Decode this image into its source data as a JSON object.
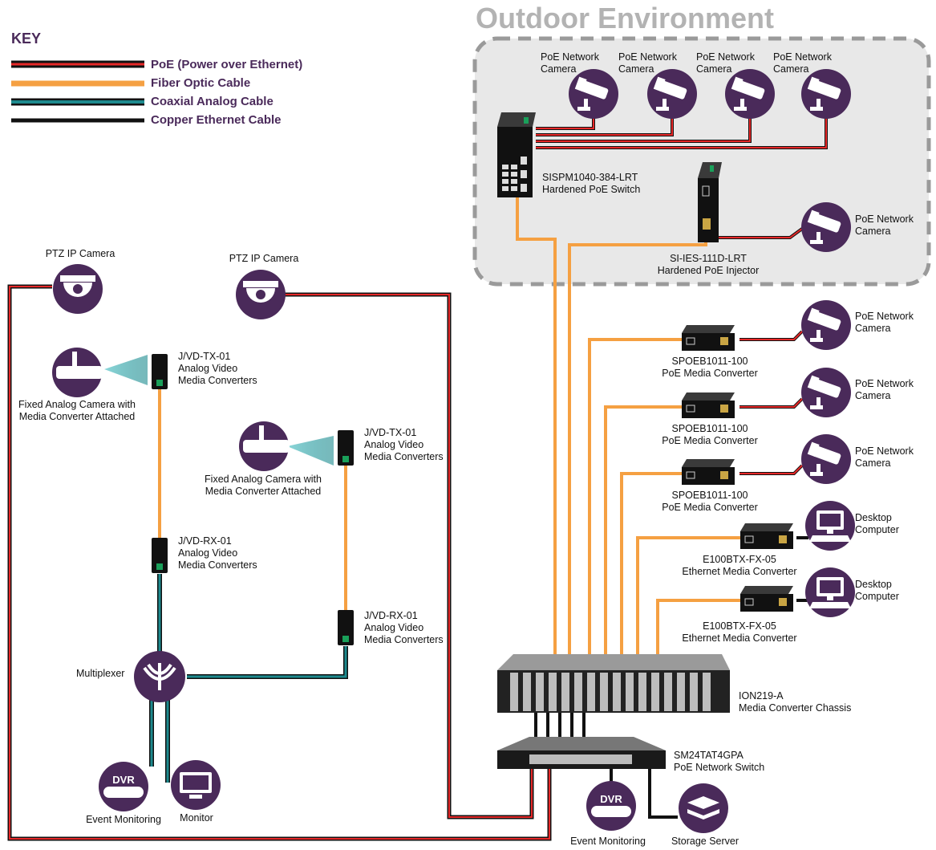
{
  "key": {
    "title": "KEY",
    "items": [
      {
        "label": "PoE (Power over Ethernet)",
        "color": "#e62828"
      },
      {
        "label": "Fiber Optic Cable",
        "color": "#f5a042"
      },
      {
        "label": "Coaxial Analog Cable",
        "color": "#1d8a8e"
      },
      {
        "label": "Copper Ethernet Cable",
        "color": "#111111"
      }
    ]
  },
  "colors": {
    "poe_red": "#e62828",
    "fiber_orange": "#f5a042",
    "coax_teal": "#1d8a8e",
    "copper_black": "#111111",
    "icon_purple": "#4a2a5a",
    "outdoor_bg": "#e8e8e8",
    "outdoor_border": "#9a9a9a"
  },
  "outdoor": {
    "title": "Outdoor Environment",
    "cameras": [
      "PoE Network\nCamera",
      "PoE Network\nCamera",
      "PoE Network\nCamera",
      "PoE Network\nCamera"
    ],
    "switch": {
      "model": "SISPM1040-384-LRT",
      "desc": "Hardened PoE Switch"
    },
    "injector": {
      "model": "SI-IES-111D-LRT",
      "desc": "Hardened PoE Injector"
    },
    "injector_camera": "PoE Network\nCamera"
  },
  "left": {
    "ptz1": "PTZ IP Camera",
    "ptz2": "PTZ IP Camera",
    "fixed1": "Fixed Analog Camera with\nMedia Converter Attached",
    "fixed2": "Fixed Analog Camera with\nMedia Converter Attached",
    "tx1": "J/VD-TX-01\nAnalog Video\nMedia Converters",
    "tx2": "J/VD-TX-01\nAnalog Video\nMedia Converters",
    "rx1": "J/VD-RX-01\nAnalog Video\nMedia Converters",
    "rx2": "J/VD-RX-01\nAnalog Video\nMedia Converters",
    "multiplexer": "Multiplexer",
    "dvr_icon": "DVR",
    "dvr_label": "Event Monitoring",
    "monitor_label": "Monitor"
  },
  "right": {
    "converters": [
      {
        "label": "SPOEB1011-100\nPoE Media Converter",
        "device": "PoE Network\nCamera"
      },
      {
        "label": "SPOEB1011-100\nPoE Media Converter",
        "device": "PoE Network\nCamera"
      },
      {
        "label": "SPOEB1011-100\nPoE Media Converter",
        "device": "PoE Network\nCamera"
      },
      {
        "label": "E100BTX-FX-05\nEthernet Media Converter",
        "device": "Desktop\nComputer"
      },
      {
        "label": "E100BTX-FX-05\nEthernet Media Converter",
        "device": "Desktop\nComputer"
      }
    ],
    "chassis": "ION219-A\nMedia Converter Chassis",
    "poe_switch": "SM24TAT4GPA\nPoE Network Switch",
    "dvr_icon": "DVR",
    "dvr_label": "Event Monitoring",
    "storage_label": "Storage Server"
  }
}
